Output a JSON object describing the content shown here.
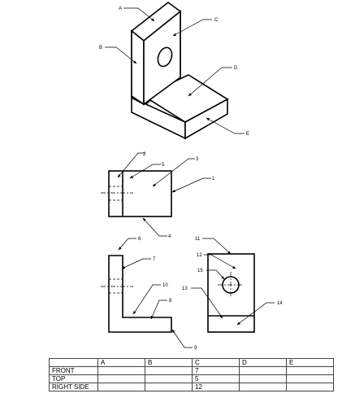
{
  "isometric": {
    "labels": [
      "A",
      "B",
      "C",
      "D",
      "E"
    ]
  },
  "front_view": {
    "labels": [
      "1",
      "2",
      "3",
      "4",
      "5"
    ]
  },
  "top_view": {
    "labels": [
      "6",
      "7",
      "8",
      "9",
      "10"
    ]
  },
  "right_side_view": {
    "labels": [
      "11",
      "12",
      "13",
      "14",
      "15"
    ]
  },
  "answer_table": {
    "columns": [
      "",
      "A",
      "B",
      "C",
      "D",
      "E"
    ],
    "rows": [
      {
        "view": "FRONT",
        "cells": [
          "",
          "",
          "7",
          "",
          ""
        ]
      },
      {
        "view": "TOP",
        "cells": [
          "",
          "",
          "5",
          "",
          ""
        ]
      },
      {
        "view": "RIGHT SIDE",
        "cells": [
          "",
          "",
          "12",
          "",
          ""
        ]
      }
    ]
  }
}
